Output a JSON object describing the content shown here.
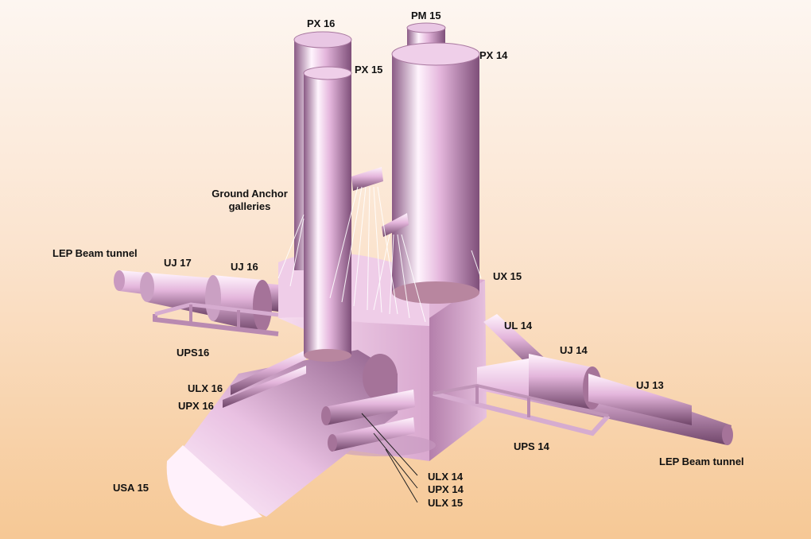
{
  "colors": {
    "background_top": "#fdf6f1",
    "background_bottom": "#f6c895",
    "structure": "#e4b6dc",
    "structure_shadow": "#8a5a85",
    "structure_highlight": "#fff4fd"
  },
  "labels": {
    "px16": "PX 16",
    "pm15": "PM 15",
    "px15": "PX 15",
    "px14": "PX 14",
    "ground_anchor_line1": "Ground Anchor",
    "ground_anchor_line2": "galleries",
    "lep_left": "LEP Beam tunnel",
    "uj17": "UJ 17",
    "uj16": "UJ 16",
    "ux15": "UX 15",
    "ul14": "UL 14",
    "uj14": "UJ 14",
    "uj13": "UJ 13",
    "ups16": "UPS16",
    "ulx16": "ULX 16",
    "upx16": "UPX 16",
    "ups14": "UPS 14",
    "lep_right": "LEP Beam tunnel",
    "usa15": "USA 15",
    "ulx14": "ULX 14",
    "upx14": "UPX 14",
    "ulx15": "ULX 15"
  }
}
